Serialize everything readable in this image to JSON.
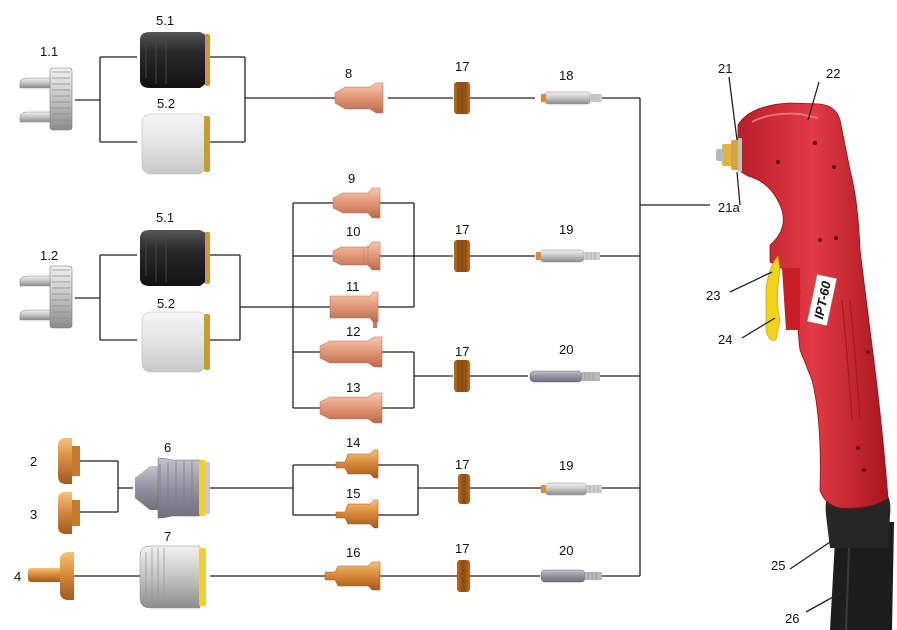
{
  "labels": {
    "l1_1": "1.1",
    "l1_2": "1.2",
    "l2": "2",
    "l3": "3",
    "l4": "4",
    "l5_1a": "5.1",
    "l5_2a": "5.2",
    "l5_1b": "5.1",
    "l5_2b": "5.2",
    "l6": "6",
    "l7": "7",
    "l8": "8",
    "l9": "9",
    "l10": "10",
    "l11": "11",
    "l12": "12",
    "l13": "13",
    "l14": "14",
    "l15": "15",
    "l16": "16",
    "l17a": "17",
    "l17b": "17",
    "l17c": "17",
    "l17d": "17",
    "l17e": "17",
    "l18": "18",
    "l19a": "19",
    "l19b": "19",
    "l20a": "20",
    "l20b": "20",
    "l21": "21",
    "l21a": "21a",
    "l22": "22",
    "l23": "23",
    "l24": "24",
    "l25": "25",
    "l26": "26"
  },
  "torch_model": "IPT-60",
  "colors": {
    "torch_red": "#d9303a",
    "trigger_yellow": "#f2d21a",
    "copper": "#e7a183",
    "brass": "#d98a3a",
    "ceramic_white": "#e8e8e8",
    "cap_black": "#2a2a2a"
  }
}
